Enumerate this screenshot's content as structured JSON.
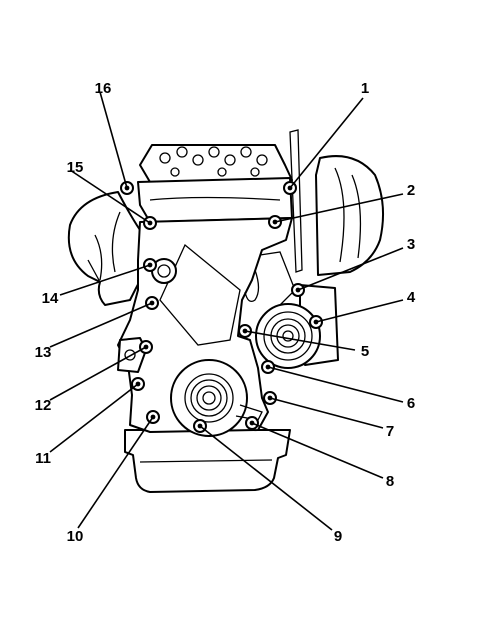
{
  "callouts": [
    {
      "label": "1"
    },
    {
      "label": "2"
    },
    {
      "label": "3"
    },
    {
      "label": "4"
    },
    {
      "label": "5"
    },
    {
      "label": "6"
    },
    {
      "label": "7"
    },
    {
      "label": "8"
    },
    {
      "label": "9"
    },
    {
      "label": "10"
    },
    {
      "label": "11"
    },
    {
      "label": "12"
    },
    {
      "label": "13"
    },
    {
      "label": "14"
    },
    {
      "label": "15"
    },
    {
      "label": "16"
    }
  ]
}
